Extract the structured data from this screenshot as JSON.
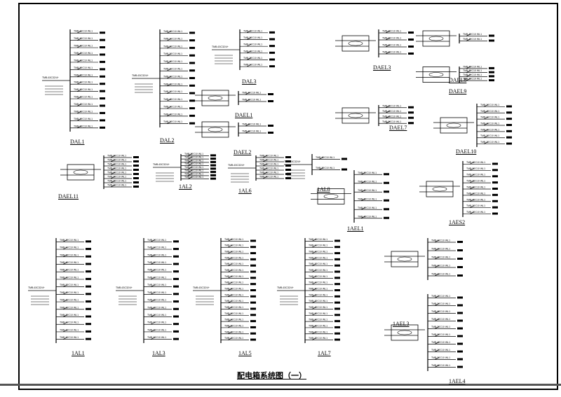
{
  "drawing_title": "配电箱系统图（一）",
  "circuit_text": "TMB-32C10 WL1",
  "incoming_text": "TMB-63C32/4+",
  "panels": [
    {
      "name": "DAL1",
      "circuits": 14
    },
    {
      "name": "DAL2",
      "circuits": 13
    },
    {
      "name": "DAL3",
      "circuits": 6
    },
    {
      "name": "DAEL1",
      "circuits": 2
    },
    {
      "name": "DAEL2",
      "circuits": 2
    },
    {
      "name": "DAEL3",
      "circuits": 4
    },
    {
      "name": "DAEL8",
      "circuits": 2
    },
    {
      "name": "DAEL9",
      "circuits": 4
    },
    {
      "name": "DAEL7",
      "circuits": 4
    },
    {
      "name": "DAEL10",
      "circuits": 7
    },
    {
      "name": "DAEL11",
      "circuits": 8
    },
    {
      "name": "1AL2",
      "circuits": 8
    },
    {
      "name": "1AL6",
      "circuits": 6
    },
    {
      "name": "1AL8",
      "circuits": 2
    },
    {
      "name": "1AEL1",
      "circuits": 6
    },
    {
      "name": "1AES2",
      "circuits": 9
    },
    {
      "name": "1AL1",
      "circuits": 14
    },
    {
      "name": "1AL3",
      "circuits": 14
    },
    {
      "name": "1AL5",
      "circuits": 17
    },
    {
      "name": "1AL7",
      "circuits": 17
    },
    {
      "name": "1AEL3",
      "circuits": 5
    },
    {
      "name": "1AEL4",
      "circuits": 10
    }
  ]
}
